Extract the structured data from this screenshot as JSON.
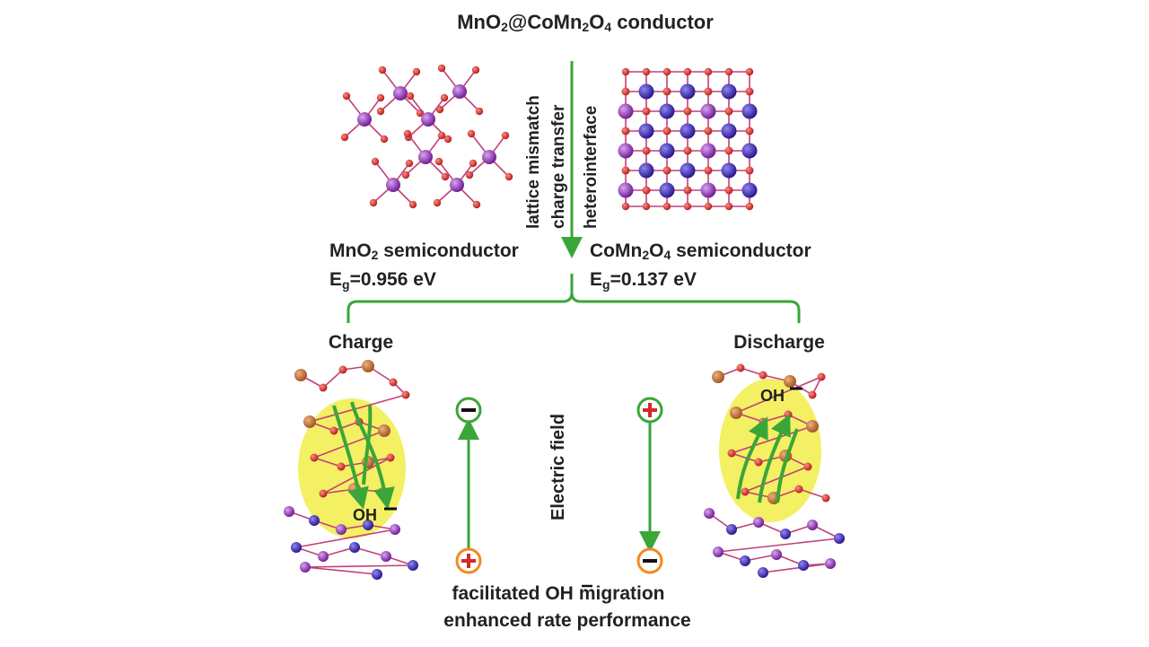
{
  "title": {
    "pre": "MnO",
    "sub1": "2",
    "mid": "@CoMn",
    "sub2": "2",
    "o": "O",
    "sub3": "4",
    "post": " conductor"
  },
  "vertical_labels": [
    "lattice mismatch",
    "charge transfer",
    "heterointerface"
  ],
  "left_material": {
    "name_pre": "MnO",
    "name_sub": "2",
    "name_post": " semiconductor",
    "eg_pre": "E",
    "eg_sub": "g",
    "eg_value": "=0.956 eV"
  },
  "right_material": {
    "name_pre": "CoMn",
    "name_sub1": "2",
    "name_o": "O",
    "name_sub2": "4",
    "name_post": " semiconductor",
    "eg_pre": "E",
    "eg_sub": "g",
    "eg_value": "=0.137 eV"
  },
  "charge_label": "Charge",
  "discharge_label": "Discharge",
  "ion_label_oh": "OH",
  "electric_field_label": "Electric field",
  "bottom_line1_pre": "facilitated OH",
  "bottom_line1_post": "migration",
  "bottom_line2": "enhanced rate performance",
  "colors": {
    "arrow_green": "#3aa63a",
    "oxygen_red": "#d62828",
    "manganese_purple": "#8a2db0",
    "cobalt_blue": "#3a1fa8",
    "bond_pink": "#c2407a",
    "highlight_yellow": "#f2ee52",
    "orange_atom": "#c87a3a",
    "minus_ring_orange": "#f08a20"
  }
}
